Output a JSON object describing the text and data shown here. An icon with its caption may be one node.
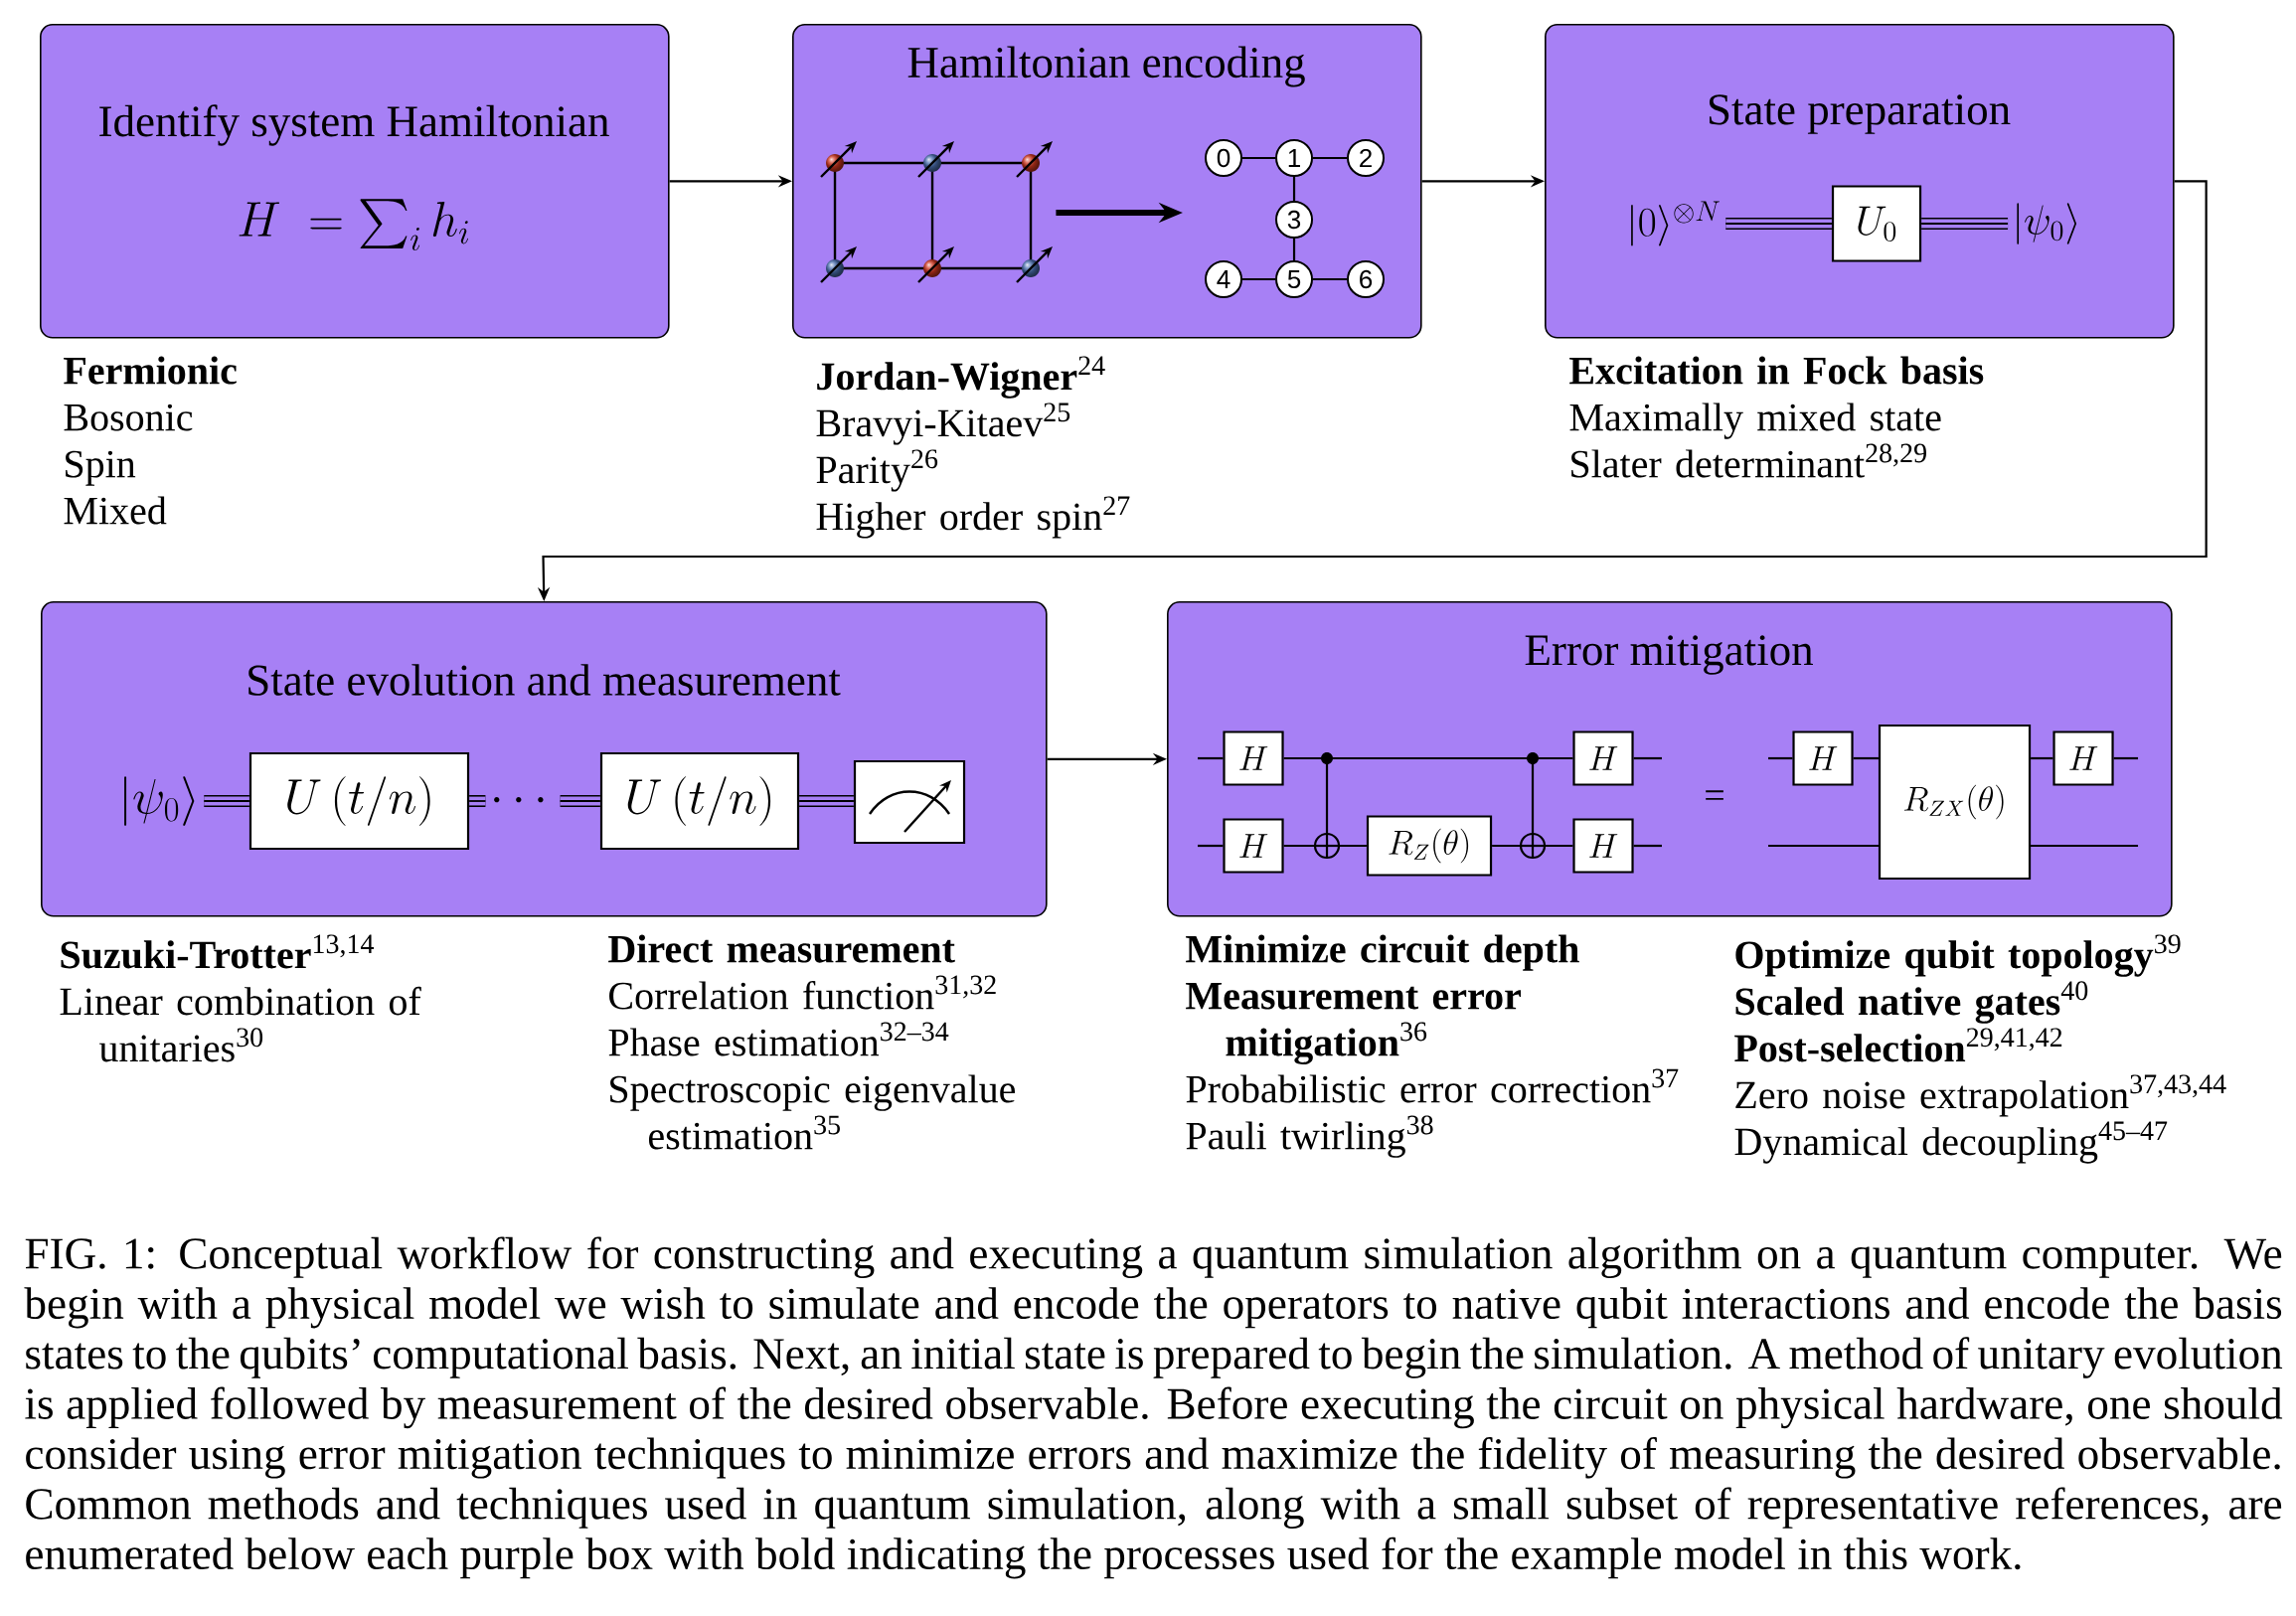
{
  "diagram": {
    "caption": "FIG. 1: Conceptual workflow for constructing and executing a quantum simulation algorithm on a quantum computer. We begin with a physical model we wish to simulate and encode the operators to native qubit interactions and encode the basis states to the qubits’ computational basis. Next, an initial state is prepared to begin the simulation. A method of unitary evolution is applied followed by measurement of the desired observable. Before executing the circuit on physical hardware, one should consider using error mitigation techniques to minimize errors and maximize the fidelity of measuring the desired observable. Common methods and techniques used in quantum simulation, along with a small subset of representative references, are enumerated below each purple box with bold indicating the processes used for the example model in this work.",
    "nodes": [
      {
        "text": [
          "Identify system Hamiltonian",
          "H \\;= \\sum_i h_i"
        ],
        "beside": [
          "**Fermionic**",
          "Bosonic",
          "Spin",
          "Mixed"
        ]
      },
      {
        "text": [
          "Hamiltonian encoding"
        ],
        "beside": [
          "**Jordan-Wigner**$^{24}$",
          "Bravyi-Kitaev$^{25}$",
          "Parity$^{26}$",
          "Higher order spin$^{27}$"
        ]
      },
      {
        "text": [],
        "shape": "picture",
        "in": 1
      },
      {
        "text": [
          "0"
        ],
        "in": 1
      },
      {
        "text": [
          "1"
        ],
        "in": 1
      },
      {
        "text": [
          "2"
        ],
        "in": 1
      },
      {
        "text": [
          "3"
        ],
        "in": 1
      },
      {
        "text": [
          "4"
        ],
        "in": 1
      },
      {
        "text": [
          "5"
        ],
        "in": 1
      },
      {
        "text": [
          "6"
        ],
        "in": 1
      },
      {
        "text": [
          "State preparation"
        ],
        "beside": [
          "**Excitation in Fock basis**",
          "Maximally mixed state",
          "Slater determinant$^{28,29}$"
        ]
      },
      {
        "text": [
          "|0\\rangle^{\\otimes N}"
        ],
        "in": 10
      },
      {
        "text": [
          "U_0"
        ],
        "in": 10
      },
      {
        "text": [
          "|\\psi_0\\rangle"
        ],
        "in": 10
      },
      {
        "text": [
          "State evolution and measurement"
        ],
        "beside": [
          "**Suzuki-Trotter**$^{13,14}$",
          "Linear combination of unitaries$^{30}$",
          "**Direct measurement**",
          "Correlation function$^{31,32}$",
          "Phase estimation$^{32–34}$",
          "Spectroscopic eigenvalue estimation$^{35}$"
        ]
      },
      {
        "text": [
          "|\\psi_0\\rangle"
        ],
        "in": 14
      },
      {
        "text": [
          "U\\left(t/n\\right)"
        ],
        "in": 14
      },
      {
        "text": [
          "\\cdots"
        ],
        "in": 14
      },
      {
        "text": [
          "U\\left(t/n\\right)"
        ],
        "in": 14
      },
      {
        "text": [],
        "shape": "box",
        "in": 14
      },
      {
        "text": [
          "Error mitigation"
        ],
        "beside": [
          "**Minimize circuit depth**",
          "**Measurement error mitigation**$^{36}$",
          "Probabilistic error correction$^{37}$",
          "Pauli twirling$^{38}$",
          "**Optimize qubit topology**$^{39}$",
          "**Scaled native gates**$^{40}$",
          "**Post-selection**$^{29,41,42}$",
          "Zero noise extrapolation$^{37,43,44}$",
          "Dynamical decoupling$^{45–47}$"
        ]
      },
      {
        "text": [
          "H"
        ],
        "in": 20
      },
      {
        "text": [
          "H"
        ],
        "in": 20
      },
      {
        "text": [
          "R_Z(\\theta)"
        ],
        "in": 20
      },
      {
        "text": [
          "H"
        ],
        "in": 20
      },
      {
        "text": [
          "H"
        ],
        "in": 20
      },
      {
        "text": [
          "H"
        ],
        "in": 20
      },
      {
        "text": [
          "R_{ZX}(\\theta)"
        ],
        "in": 20
      },
      {
        "text": [
          "H"
        ],
        "in": 20
      }
    ],
    "edges": [
      {
        "from": 0,
        "to": 1,
        "arrow": "to"
      },
      {
        "from": 1,
        "to": 10,
        "arrow": "to"
      },
      {
        "from": 10,
        "to": 14,
        "arrow": "to"
      },
      {
        "from": 14,
        "to": 20,
        "arrow": "to"
      },
      {
        "from": 2,
        "to": null,
        "arrow": "to",
        "style": "thick"
      },
      {
        "from": 3,
        "to": 4,
        "arrow": "none"
      },
      {
        "from": 4,
        "to": 5,
        "arrow": "none"
      },
      {
        "from": 4,
        "to": 6,
        "arrow": "none"
      },
      {
        "from": 6,
        "to": 8,
        "arrow": "none"
      },
      {
        "from": 7,
        "to": 8,
        "arrow": "none"
      },
      {
        "from": 8,
        "to": 9,
        "arrow": "none"
      },
      {
        "from": 11,
        "to": 12,
        "arrow": "none",
        "style": "thick"
      },
      {
        "from": 12,
        "to": 13,
        "arrow": "none",
        "style": "thick"
      },
      {
        "from": 15,
        "to": 16,
        "arrow": "none",
        "style": "thick"
      },
      {
        "from": 16,
        "to": 17,
        "arrow": "none",
        "style": "thick"
      },
      {
        "from": 17,
        "to": 18,
        "arrow": "none",
        "style": "thick"
      },
      {
        "from": 18,
        "to": 19,
        "arrow": "none",
        "style": "thick"
      },
      {
        "from": 21,
        "to": 24,
        "arrow": "none"
      },
      {
        "from": 22,
        "to": 23,
        "arrow": "none"
      },
      {
        "from": 23,
        "to": 25,
        "arrow": "none"
      },
      {
        "from": 26,
        "to": 27,
        "arrow": "none"
      },
      {
        "from": 27,
        "to": 28,
        "arrow": "none"
      }
    ],
    "labels": [
      "="
    ]
  }
}
